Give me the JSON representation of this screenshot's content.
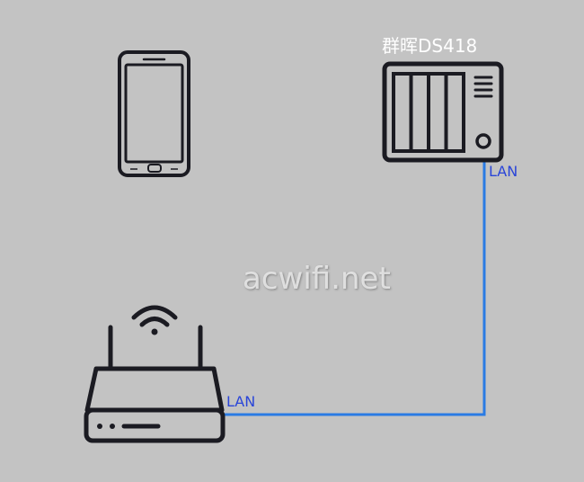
{
  "diagram": {
    "nas_title": "群晖DS418",
    "lan_label_nas": "LAN",
    "lan_label_router": "LAN",
    "watermark": "acwifi.net"
  },
  "colors": {
    "background": "#c3c3c3",
    "icon_stroke": "#1b1b22",
    "cable": "#2a7be4",
    "lan_text": "#2a45d8",
    "title_text": "#ffffff"
  },
  "icons": [
    "phone-icon",
    "nas-icon",
    "router-icon",
    "wifi-icon"
  ]
}
